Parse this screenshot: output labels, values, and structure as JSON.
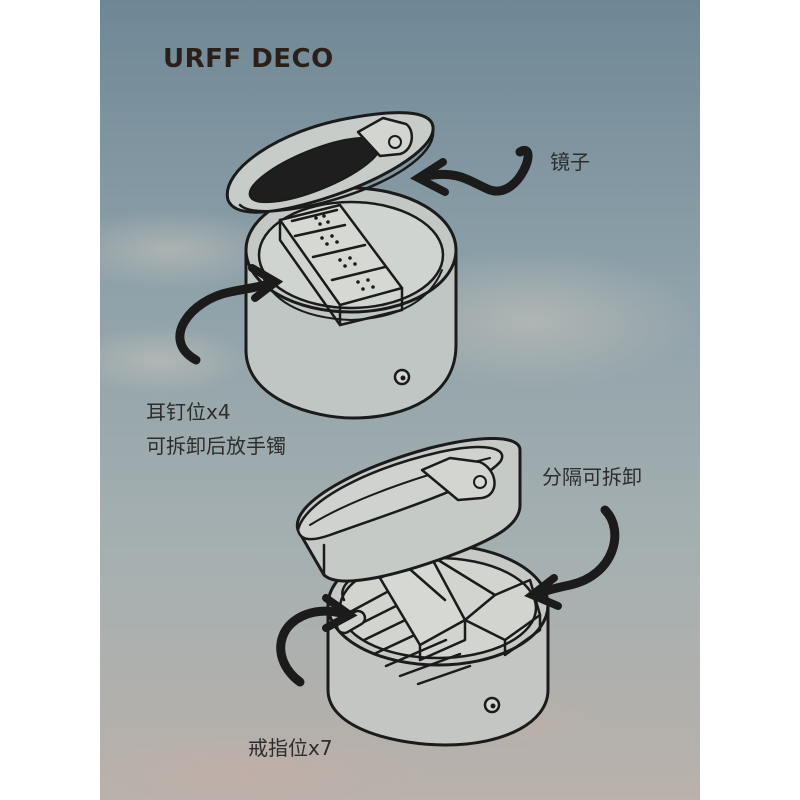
{
  "brand": "URFF DECO",
  "labels": {
    "mirror": "镜子",
    "stud_slots": "耳钉位x4",
    "removable_bangle": "可拆卸后放手镯",
    "removable_divider": "分隔可拆卸",
    "ring_slots": "戒指位x7"
  },
  "colors": {
    "line": "#1b1b1b",
    "sky_top": "#6e8693",
    "sky_mid": "#9aa9ae",
    "sky_bottom": "#b8b3ad",
    "brand_text": "#2b1f19"
  }
}
